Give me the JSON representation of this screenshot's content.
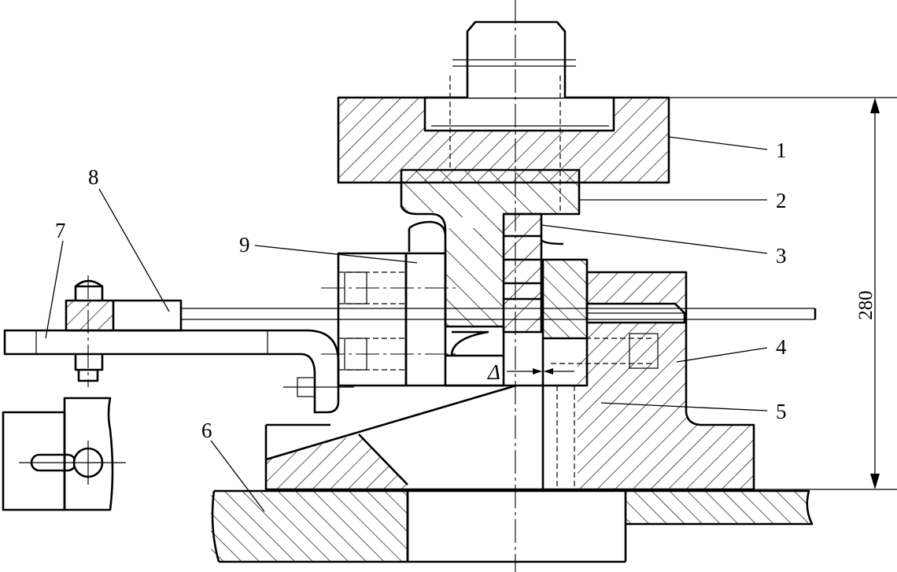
{
  "drawing": {
    "part_labels": [
      "1",
      "2",
      "3",
      "4",
      "5",
      "6",
      "7",
      "8",
      "9"
    ],
    "dimension_height": "280",
    "gap_symbol": "Δ"
  },
  "colors": {
    "line": "#000000",
    "background": "#ffffff"
  }
}
